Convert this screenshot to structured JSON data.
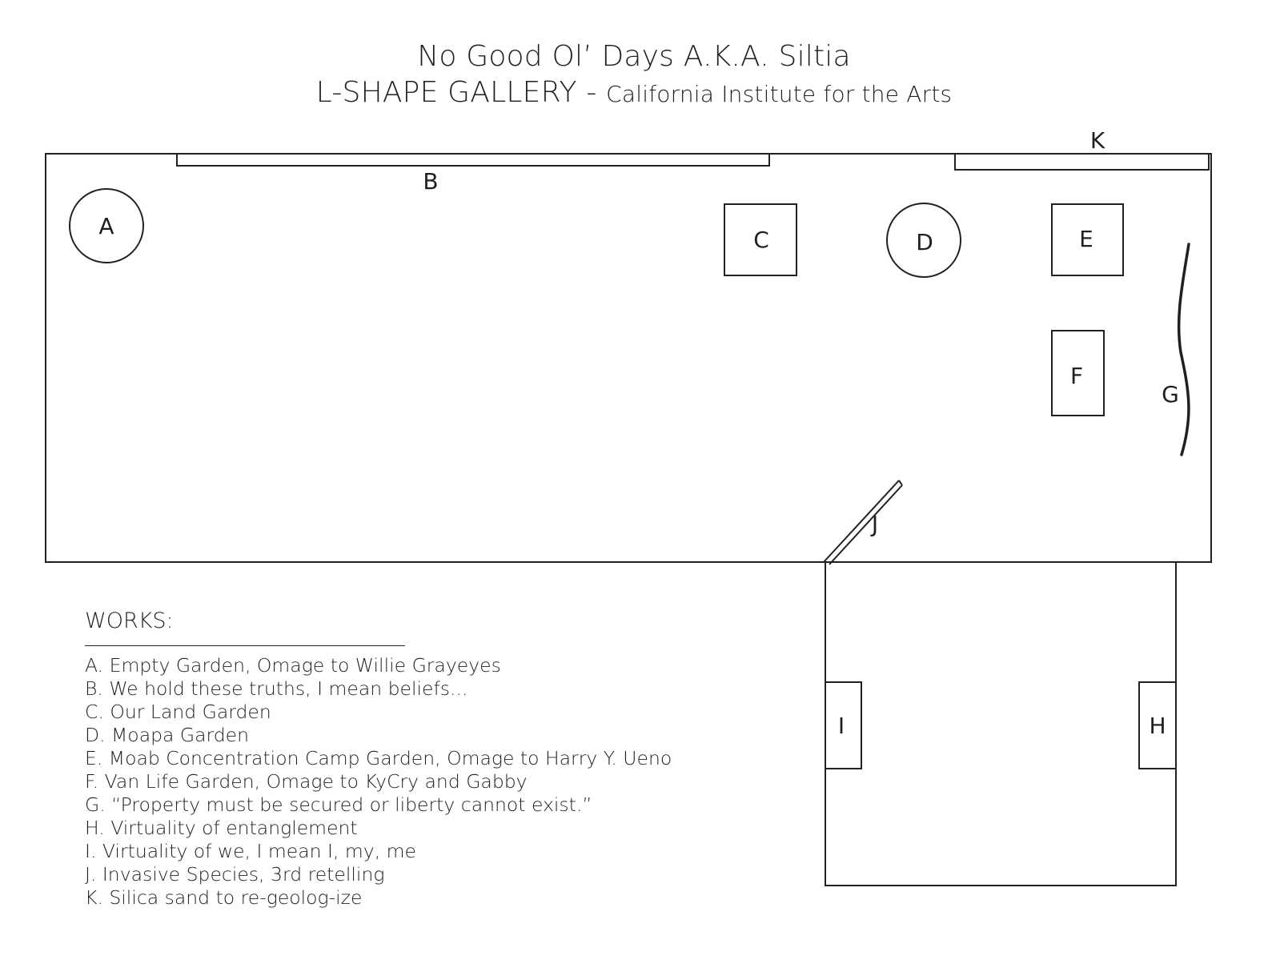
{
  "header": {
    "title": "No Good Ol’ Days A.K.A. Siltia",
    "gallery": "L-SHAPE GALLERY",
    "separator": " - ",
    "institution": "California Institute for the Arts"
  },
  "plan": {
    "labels": {
      "A": "A",
      "B": "B",
      "C": "C",
      "D": "D",
      "E": "E",
      "F": "F",
      "G": "G",
      "H": "H",
      "I": "I",
      "J": "J",
      "K": "K"
    }
  },
  "works": {
    "heading": "WORKS:",
    "items": [
      "A.  Empty Garden, Omage to Willie Grayeyes",
      "B.  We hold these truths, I mean beliefs...",
      "C.  Our Land Garden",
      "D.  Moapa Garden",
      "E.  Moab Concentration Camp Garden, Omage to Harry Y. Ueno",
      "F.  Van Life Garden, Omage to KyCry and Gabby",
      "G. “Property must be secured or liberty cannot exist.”",
      "H. Virtuality of entanglement",
      "I.   Virtuality of we, I mean I, my, me",
      "J.  Invasive Species, 3rd retelling",
      "K. Silica sand to re-geolog-ize"
    ]
  }
}
